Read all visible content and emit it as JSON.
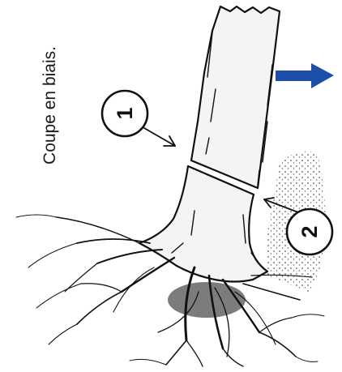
{
  "caption": "Coupe en biais.",
  "markers": [
    {
      "label": "1",
      "description": ""
    },
    {
      "label": "2",
      "description": ""
    }
  ],
  "colors": {
    "arrow": "#1d4fa8",
    "ink": "#111111",
    "paper": "#ffffff"
  }
}
